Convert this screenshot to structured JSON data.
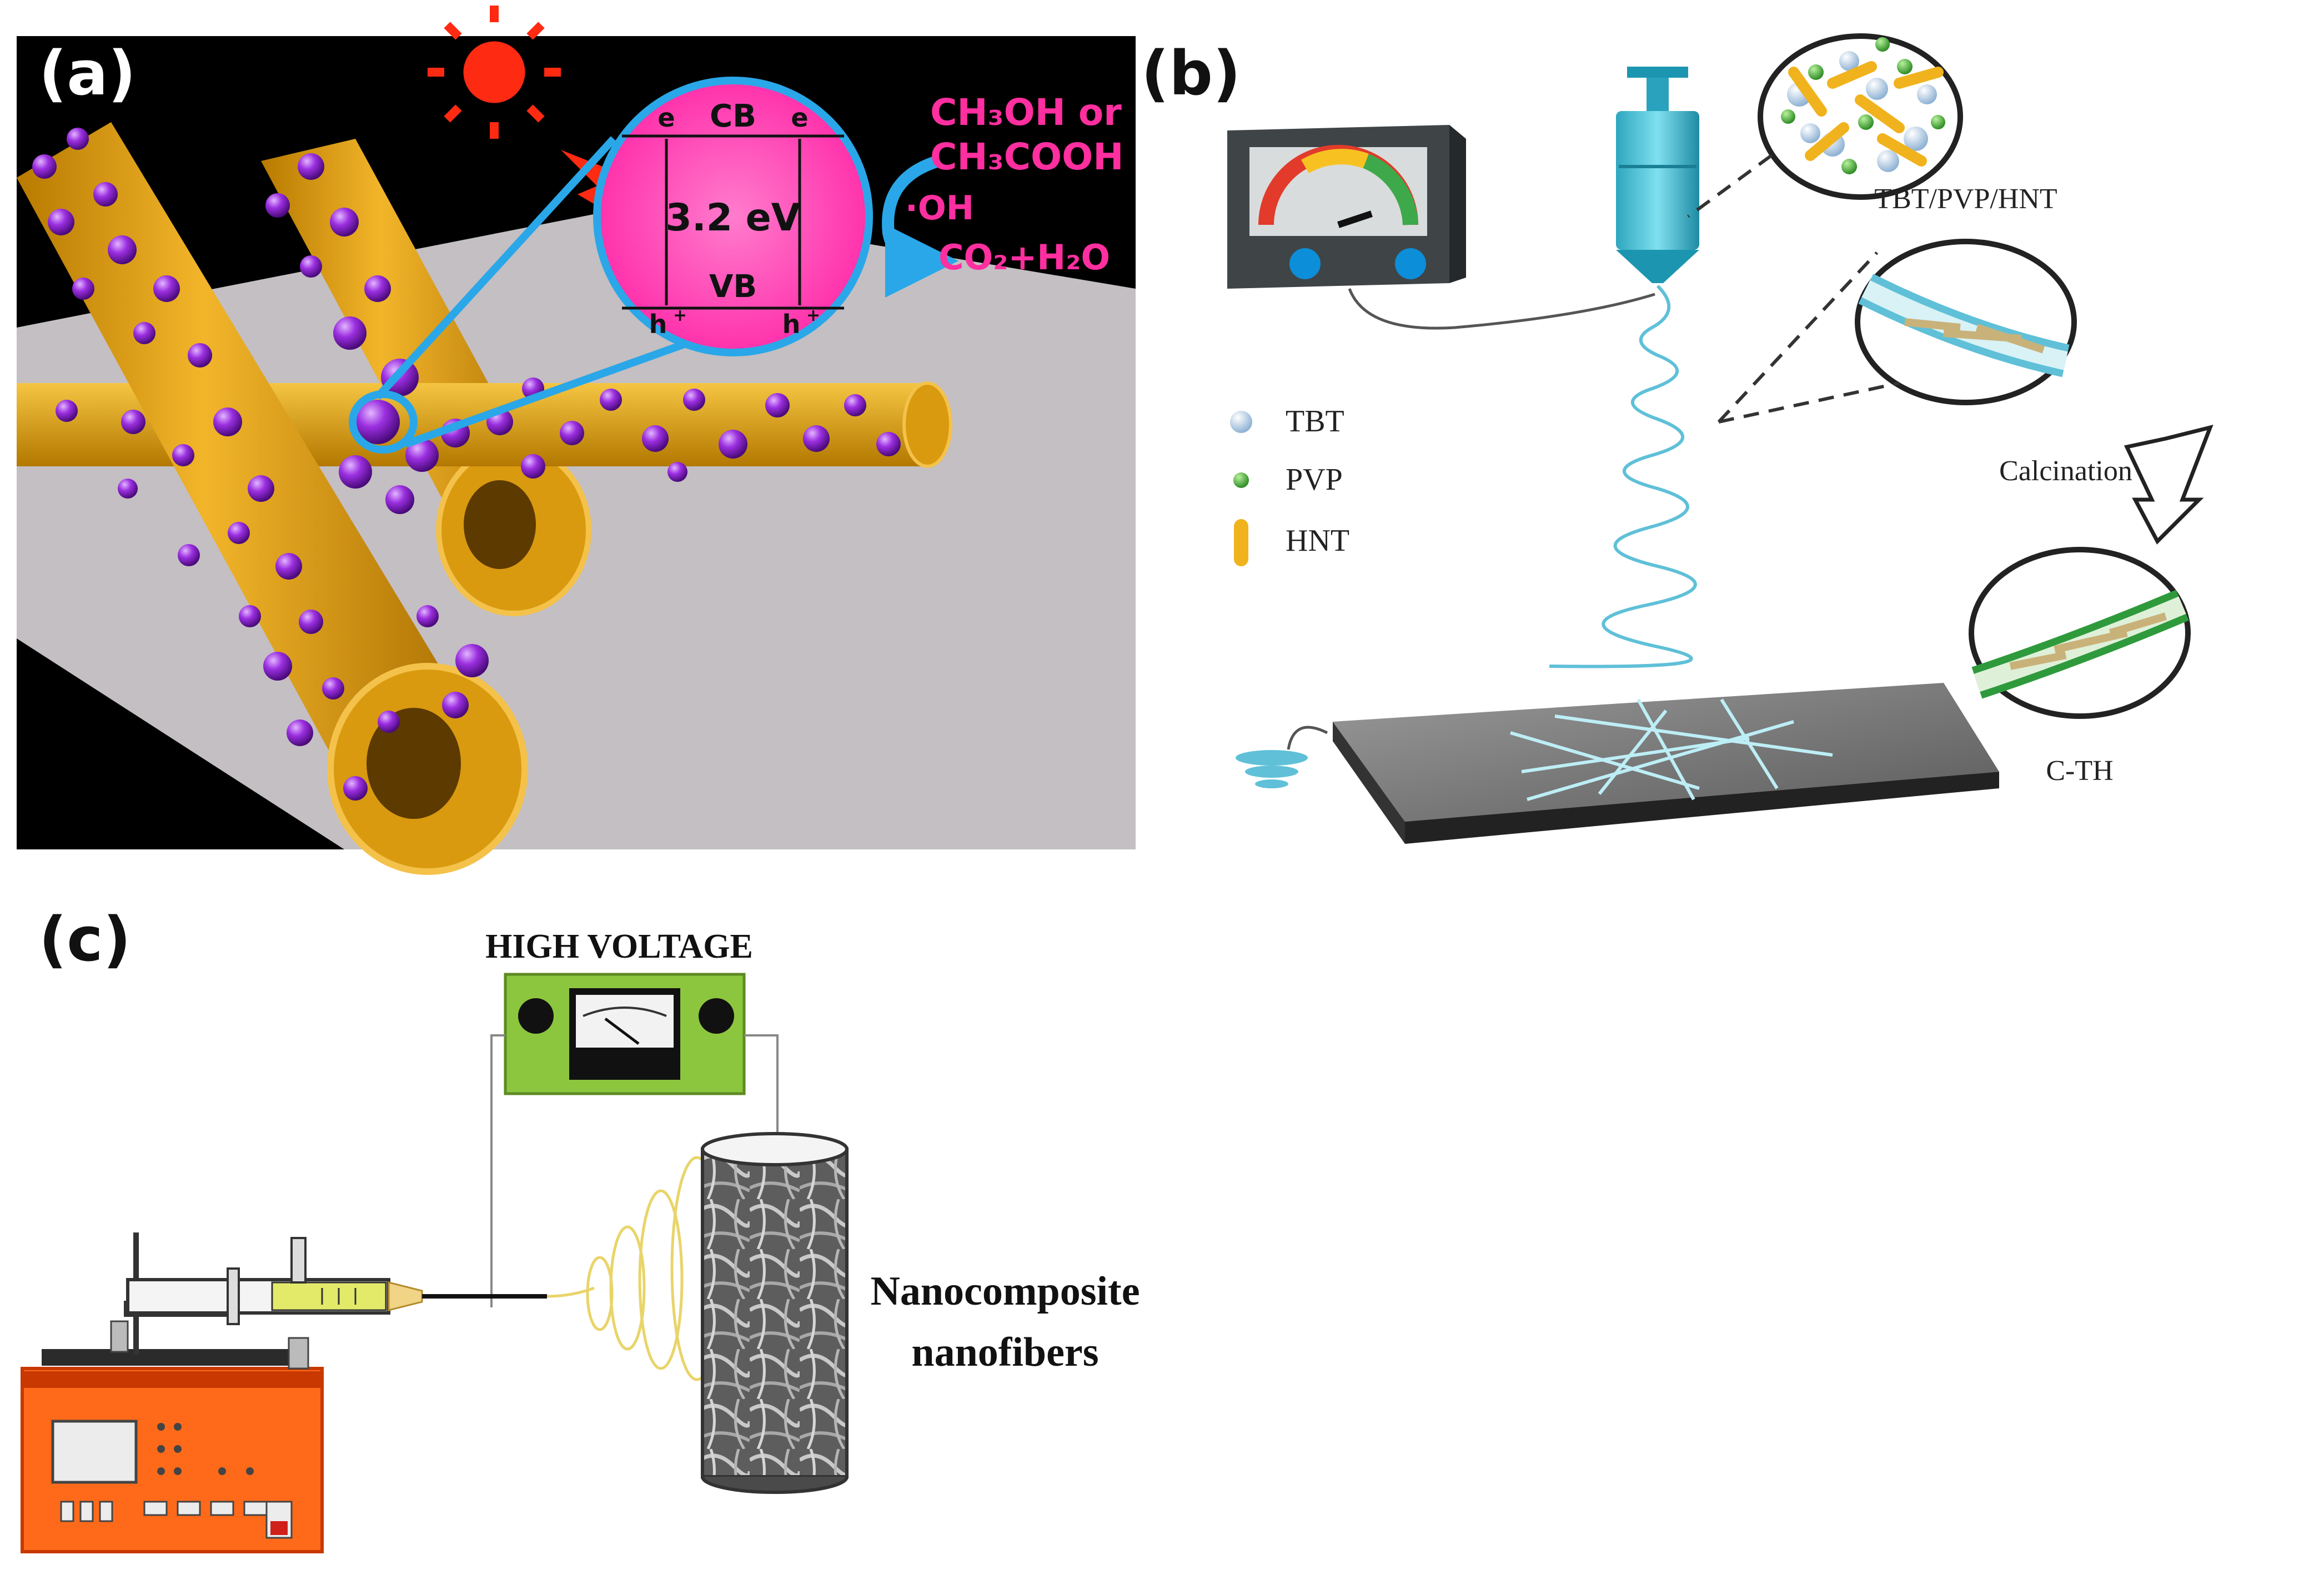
{
  "panels": {
    "a": {
      "label": "(a)",
      "band_cb": "CB",
      "band_vb": "VB",
      "gap": "3.2 eV",
      "electron": "e",
      "hole": "h",
      "hole_sup": "+",
      "pollutant_line1": "CH₃OH or",
      "pollutant_line2": "CH₃COOH",
      "radical": "·OH",
      "products": "CO₂+H₂O"
    },
    "b": {
      "label": "(b)",
      "legend": [
        {
          "name": "TBT",
          "color": "#b9cfe4"
        },
        {
          "name": "PVP",
          "color": "#3aa832"
        },
        {
          "name": "HNT",
          "color": "#f0b31e"
        }
      ],
      "fiber_precursor": "TBT/PVP/HNT",
      "step": "Calcination",
      "fiber_product": "C-TH"
    },
    "c": {
      "label": "(c)",
      "power_supply": "HIGH VOLTAGE",
      "collector_line1": "Nanocomposite",
      "collector_line2": "nanofibers"
    }
  },
  "colors": {
    "nanotube": "#e8a417",
    "nanoparticle": "#9b2fe0",
    "band_circle": "#ff4fb8",
    "connector": "#2aa7e8",
    "accent_text": "#ff2fa0",
    "sun": "#ff2a12",
    "fiber_blue": "#5fc0d8",
    "fiber_green": "#2f9a3c",
    "supply_green": "#8cc63e",
    "pump_orange": "#ff6a1a"
  }
}
